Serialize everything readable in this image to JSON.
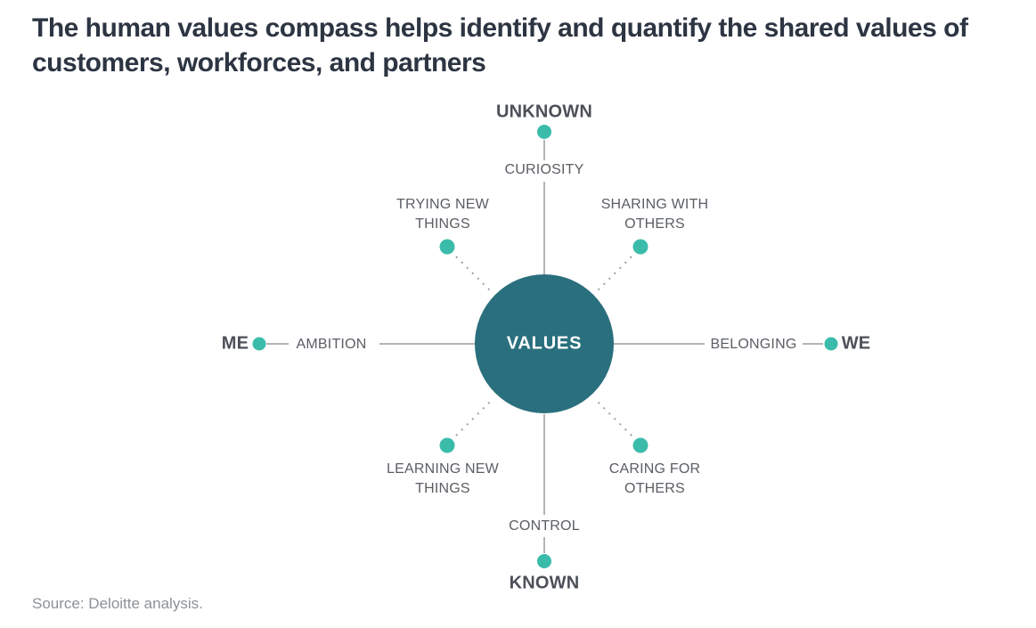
{
  "title": {
    "line1": "The human values compass helps identify and quantify the shared values of",
    "line2": "customers, workforces, and partners"
  },
  "compass": {
    "center_label": "VALUES",
    "axes": {
      "top": {
        "endpoint": "UNKNOWN",
        "value": "CURIOSITY"
      },
      "bottom": {
        "endpoint": "KNOWN",
        "value": "CONTROL"
      },
      "left": {
        "endpoint": "ME",
        "value": "AMBITION"
      },
      "right": {
        "endpoint": "WE",
        "value": "BELONGING"
      }
    },
    "diagonals": {
      "top_left": {
        "lines": [
          "TRYING NEW",
          "THINGS"
        ]
      },
      "top_right": {
        "lines": [
          "SHARING WITH",
          "OTHERS"
        ]
      },
      "bottom_left": {
        "lines": [
          "LEARNING NEW",
          "THINGS"
        ]
      },
      "bottom_right": {
        "lines": [
          "CARING FOR",
          "OTHERS"
        ]
      }
    }
  },
  "source": "Source: Deloitte analysis.",
  "colors": {
    "center_circle": "#2a6f7e",
    "accent_dot": "#3bbcab",
    "line_gray": "#b3b5b6",
    "dotted_gray": "#9aa0a2",
    "title_text": "#2d3543",
    "endpoint_text": "#4c5058",
    "label_text": "#5a5e64",
    "source_text": "#8b9197",
    "bg": "#ffffff"
  }
}
